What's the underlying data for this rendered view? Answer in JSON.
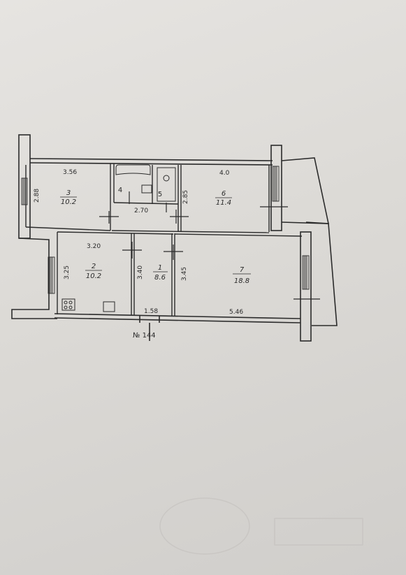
{
  "plan": {
    "apartment_number": "№ 144",
    "dimensions": {
      "d_356": "3.56",
      "d_288": "2.88",
      "d_270": "2.70",
      "d_40": "4.0",
      "d_285": "2.85",
      "d_320": "3.20",
      "d_325": "3.25",
      "d_340": "3.40",
      "d_345": "3.45",
      "d_158": "1.58",
      "d_546": "5.46"
    },
    "rooms": [
      {
        "number": "3",
        "area": "10.2"
      },
      {
        "number": "4",
        "area": ""
      },
      {
        "number": "5",
        "area": ""
      },
      {
        "number": "6",
        "area": "11.4"
      },
      {
        "number": "2",
        "area": "10.2"
      },
      {
        "number": "1",
        "area": "8.6"
      },
      {
        "number": "7",
        "area": "18.8"
      }
    ]
  }
}
